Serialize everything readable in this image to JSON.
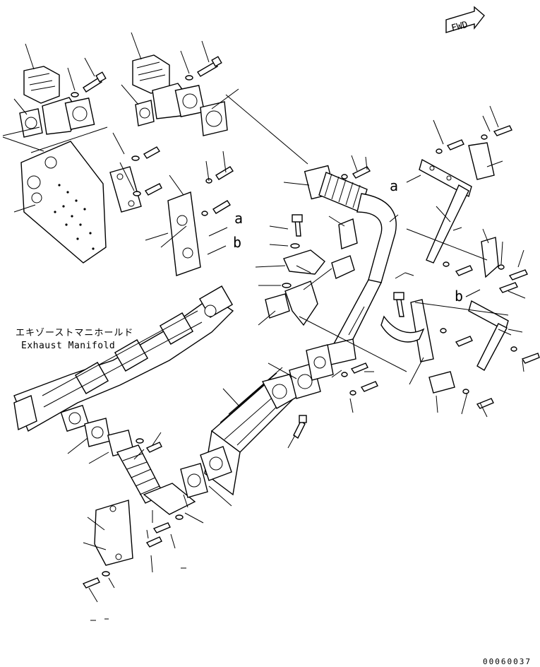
{
  "diagram": {
    "title_jp": "エキゾーストマニホールド",
    "title_en": "Exhaust Manifold",
    "direction_label": "FWD",
    "reference_labels": [
      "a",
      "b",
      "a",
      "b"
    ],
    "drawing_number": "00060037"
  }
}
